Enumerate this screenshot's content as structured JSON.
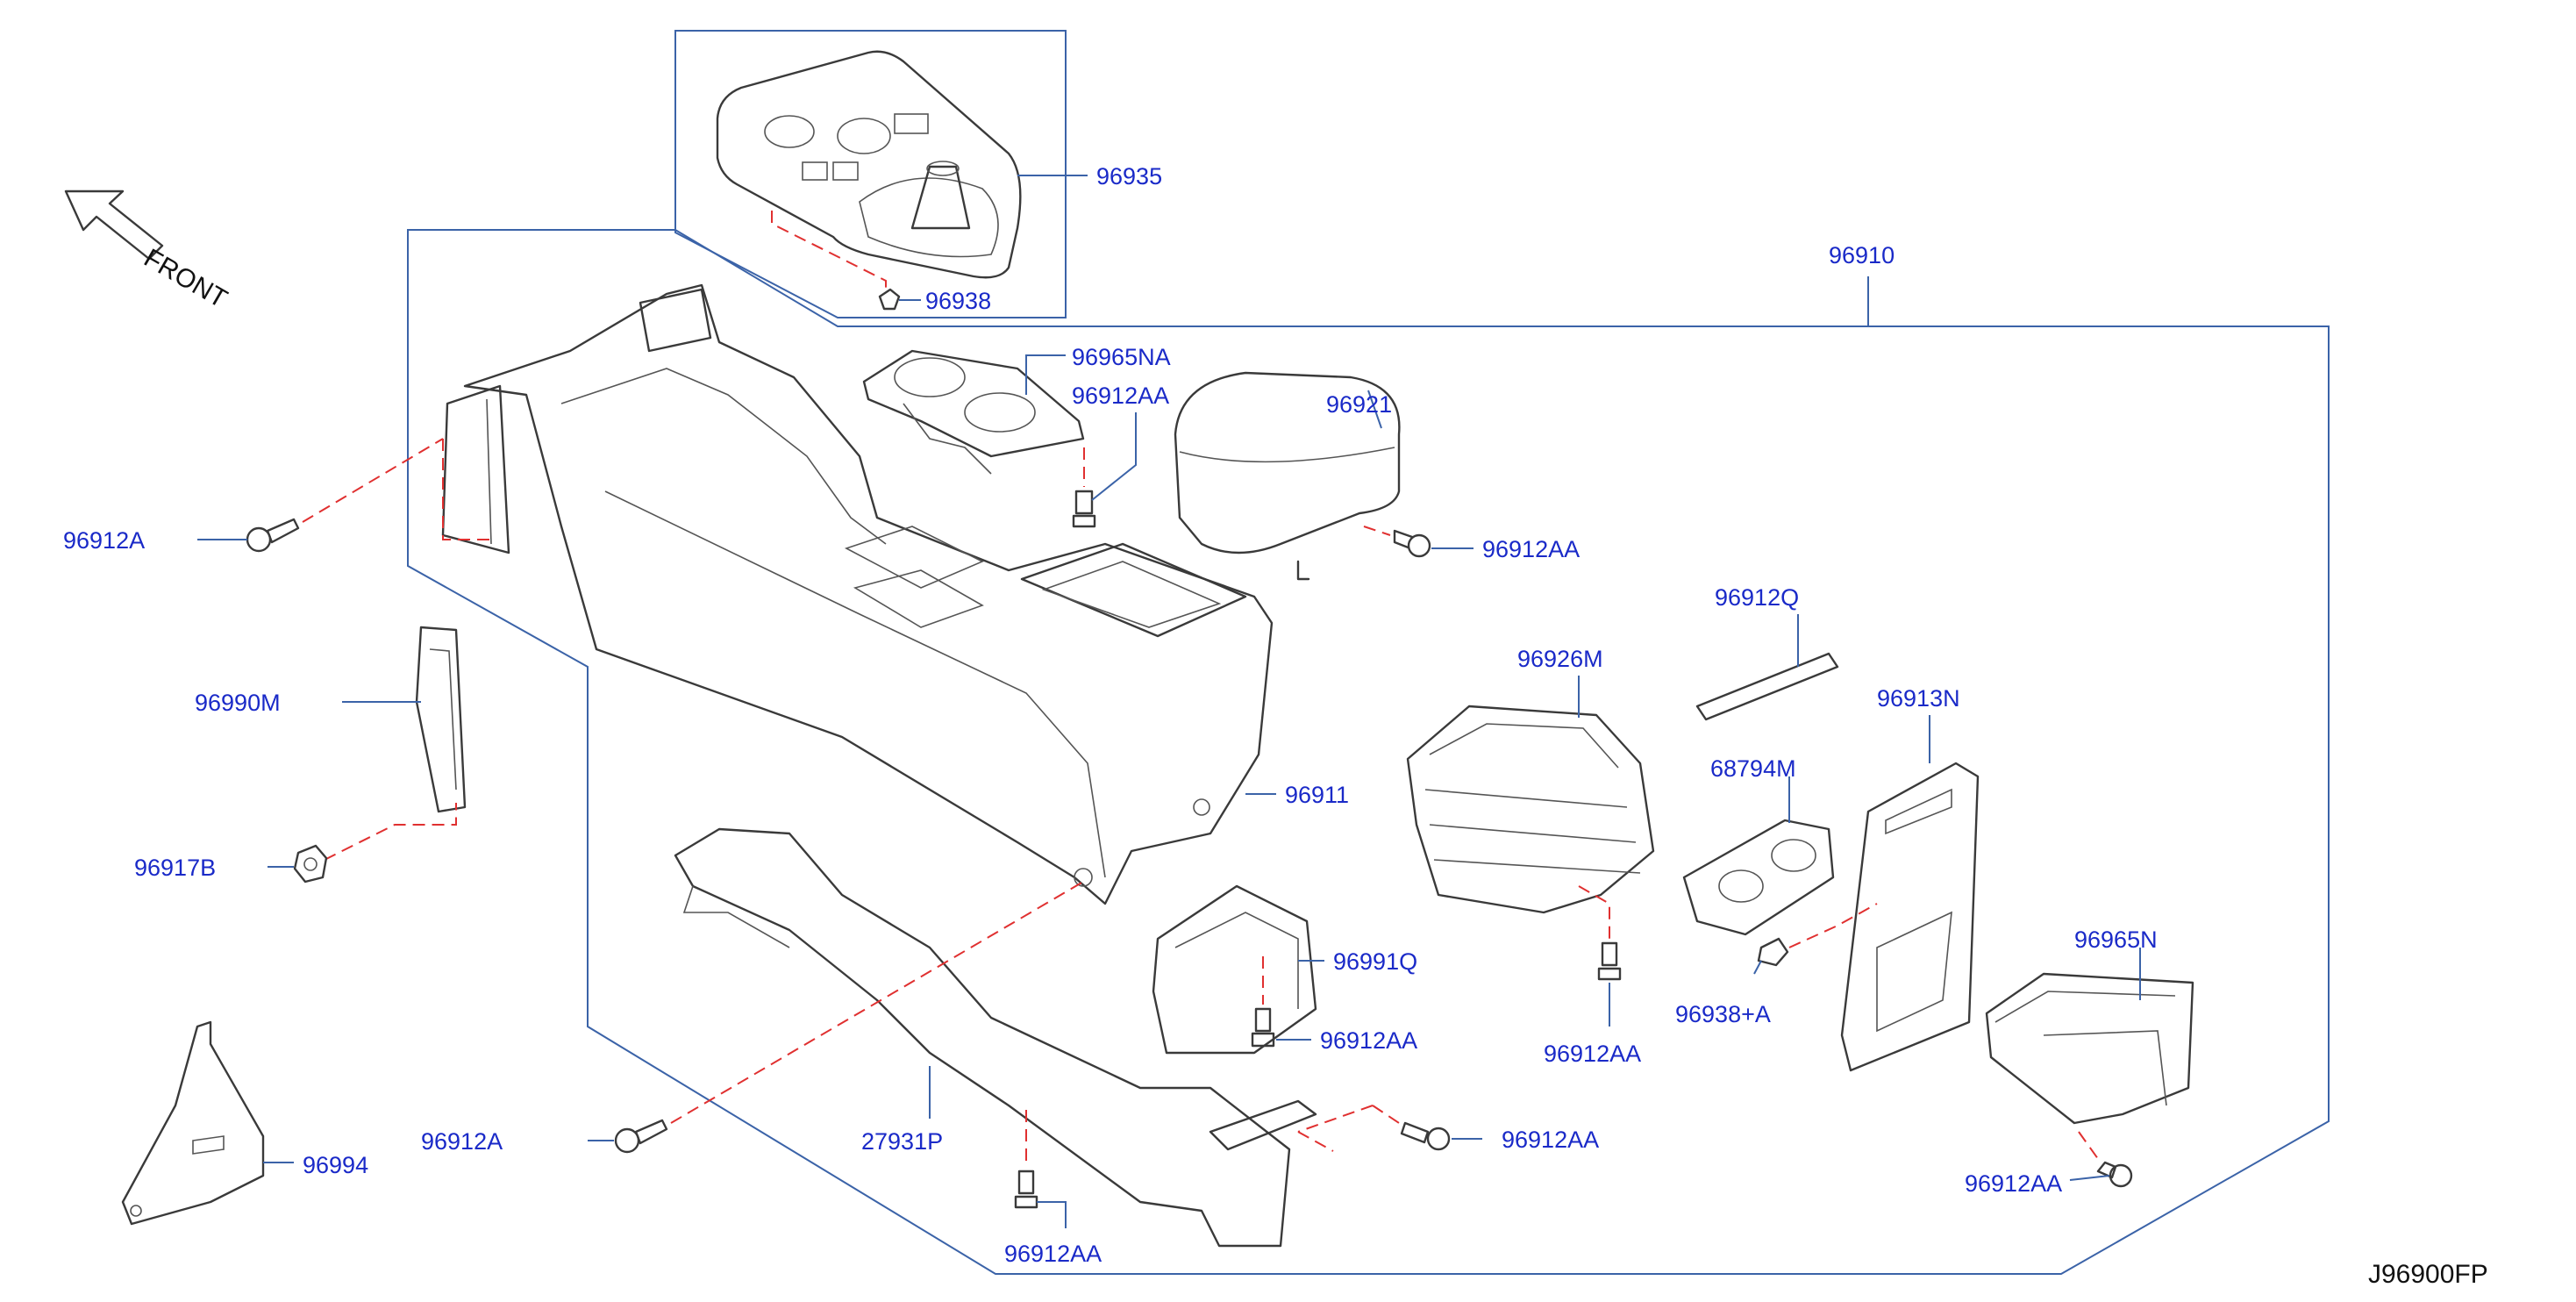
{
  "diagram": {
    "front_label": "FRONT",
    "drawing_code": "J96900FP",
    "labels": {
      "p96935": "96935",
      "p96938": "96938",
      "p96910": "96910",
      "p96965NA": "96965NA",
      "p96912AA_top": "96912AA",
      "p96921": "96921",
      "p96912AA_arm": "96912AA",
      "p96912A_top": "96912A",
      "p96990M": "96990M",
      "p96917B": "96917B",
      "p96911": "96911",
      "p96926M": "96926M",
      "p96912Q": "96912Q",
      "p96913N": "96913N",
      "p68794M": "68794M",
      "p96991Q": "96991Q",
      "p96912AA_bracket": "96912AA",
      "p96912AA_box": "96912AA",
      "p96938A": "96938+A",
      "p96965N": "96965N",
      "p96912A_bottom": "96912A",
      "p27931P": "27931P",
      "p96912AA_rail": "96912AA",
      "p96994": "96994",
      "p96912AA_bottom": "96912AA",
      "p96912AA_right": "96912AA"
    }
  }
}
